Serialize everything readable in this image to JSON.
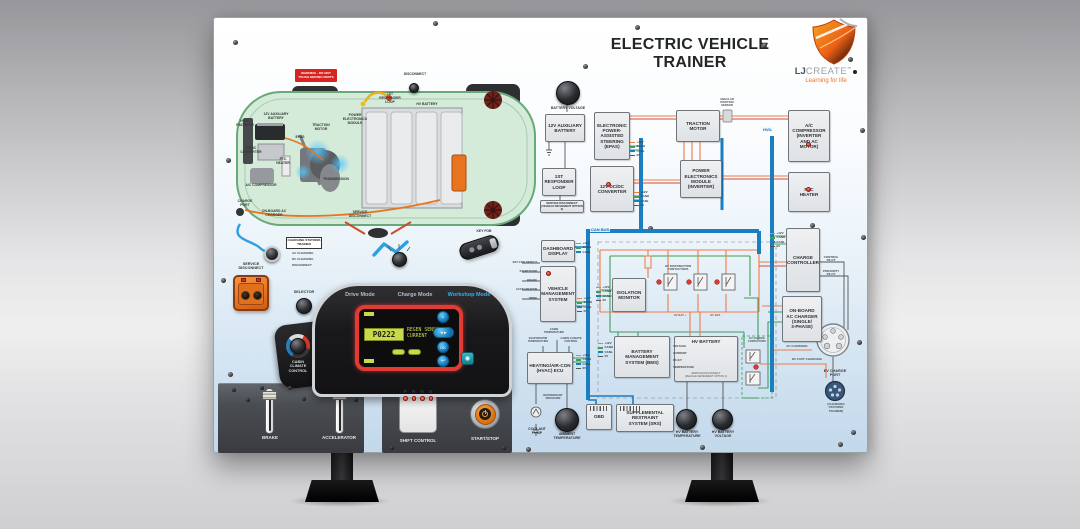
{
  "header": {
    "title": "ELECTRIC VEHICLE TRAINER",
    "brand_lj": "LJ",
    "brand_create": "CREATE",
    "brand_tm": "™",
    "tagline": "Learning for life"
  },
  "car": {
    "warning": "WARNING - DO NOT\nTOUCH MOVING PARTS",
    "disconnect": "DISCONNECT",
    "responder_loop": "1ST\nRESPONDER\nLOOP",
    "hv_battery": "HV BATTERY",
    "hvac_radiator": "HVAC\nRADIATOR",
    "aux_battery": "12V AUXILIARY\nBATTERY",
    "dcdc": "DC/DC\nCONVERTER",
    "epas": "EPAS",
    "traction_motor": "TRACTION\nMOTOR",
    "pem": "POWER\nELECTRONICS\nMODULE",
    "ptc": "PTC\nHEATER",
    "ac_compressor": "A/C COMPRESSOR",
    "transmission": "TRANSMISSION",
    "charge_port": "CHARGE\nPORT",
    "onboard_charger": "ON-BOARD AC\nCHARGER",
    "service_disconnect": "SERVICE\nDISCONNECT"
  },
  "charging": {
    "trainer_label": "CHARGING STATIONS\nTRAINER",
    "options": [
      "AC CHARGING",
      "DC CHARGING",
      "DISCONNECT"
    ]
  },
  "left_controls": {
    "service_disconnect": "SERVICE\nDISCONNECT",
    "selector": "SELECTOR",
    "cabin_climate": "CABIN\nCLIMATE\nCONTROL",
    "key_fob": "KEY FOB"
  },
  "dashboard": {
    "tabs": [
      {
        "label": "Drive Mode"
      },
      {
        "label": "Charge Mode"
      },
      {
        "label": "Workshop Mode"
      }
    ],
    "display": {
      "code": "P0222",
      "line1": "REGEN SENSOR",
      "line2": "CURRENT"
    }
  },
  "bottom_controls": {
    "brake": "BRAKE",
    "accelerator": "ACCELERATOR",
    "shift_control": "SHIFT CONTROL",
    "shift_positions": [
      "P",
      "R",
      "N",
      "D"
    ],
    "start_stop": "START/STOP"
  },
  "diagram": {
    "bus": {
      "can": "CAN BUS",
      "hvil": "HVIL"
    },
    "blocks": {
      "aux_battery": "12V AUXILIARY\nBATTERY",
      "epas": "ELECTRONIC\nPOWER-\nASSISTED\nSTEERING\n(EPAS)",
      "traction_motor": "TRACTION\nMOTOR",
      "ac_compressor": "A/C\nCOMPRESSOR\n(INVERTER\nAND AC\nMOTOR)",
      "dcdc": "12V DC/DC\nCONVERTER",
      "pem": "POWER\nELECTRONICS\nMODULE\n(INVERTER)",
      "ptc_heater": "PTC\nHEATER",
      "responder_loop": "1ST\nRESPONDER\nLOOP",
      "service_disconnect_1": "SERVICE DISCONNECT\n(VEHICLE MOVEMENT OPTION 2)",
      "dashboard_display": "DASHBOARD\nDISPLAY",
      "vms": "VEHICLE\nMANAGEMENT\nSYSTEM",
      "isolation_monitor": "ISOLATION\nMONITOR",
      "hv_contactors": "HV DISTRIBUTION\nCONTACTORS",
      "charge_controller": "CHARGE\nCONTROLLER",
      "onboard_charger": "ON-BOARD\nAC CHARGER\n(SINGLE/\n3-PHASE)",
      "hvac_ecu": "HEATING/AIR-CON\n(HVAC) ECU",
      "bms": "BATTERY\nMANAGEMENT\nSYSTEM (BMS)",
      "hv_battery": "HV BATTERY",
      "hv_battery_note": "SERVICE DISCONNECT\n(VEHICLE DEPENDENT OPTION 1)",
      "obd": "OBD",
      "srs": "SUPPLEMENTAL\nRESTRAINT\nSYSTEM (SRS)",
      "ev_contactors": "EV CHARGE\nCONTACTORS",
      "ev_charge_port": "EV CHARGE\nPORT",
      "ev_charge_port_note": "(CHARGING\nSTATIONS\nTRAINER)"
    },
    "wire_labels": {
      "ac_charging": "AC CHARGING",
      "dc_fast_charging": "DC FAST CHARGING",
      "control_pilot": "CONTROL\nPILOT",
      "proximity_pilot": "PROXIMITY\nPILOT",
      "hv_bat_plus": "HV BAT +",
      "hv_bat_minus": "HV BAT -",
      "angular_sensor": "ANGULAR\nPOSITION\nSENSOR",
      "refrigerant": "REFRIGERANT\nPRESSURE",
      "cabin_temp": "CABIN\nTEMPERATURE",
      "evap_temp": "EVAPORATOR\nTEMPERATURE",
      "cabin_climate": "CABIN CLIMATE\nCONTROL",
      "key_fob_detect": "KEY FOB DETECT",
      "start_stop": "START/STOP",
      "brake": "BRAKE",
      "accelerator": "ACCELERATOR",
      "prnd": "PRND"
    },
    "pins": {
      "p12v": "+12V",
      "canh": "CANH",
      "canl": "CANL",
      "gnd": "0V"
    },
    "bms_pins": [
      "VOLTAGE",
      "CURRENT",
      "FAULT",
      "TEMPERATURE"
    ],
    "knobs": {
      "battery_voltage": "BATTERY VOLTAGE",
      "ambient_temp": "AMBIENT\nTEMPERATURE",
      "coolant_pump": "COOLANT\nPUMP",
      "hv_batt_temp": "HV BATTERY\nTEMPERATURE",
      "hv_batt_voltage": "HV BATTERY\nVOLTAGE"
    }
  },
  "colors": {
    "accent_orange": "#ee7320",
    "wire_hv_orange": "#ee7b48",
    "wire_green": "#3f9e57",
    "bus_blue": "#1a7ec0",
    "led_red": "#e03a2f",
    "lcd_green": "#c9d84c",
    "tab_active_blue": "#35b1e8"
  }
}
